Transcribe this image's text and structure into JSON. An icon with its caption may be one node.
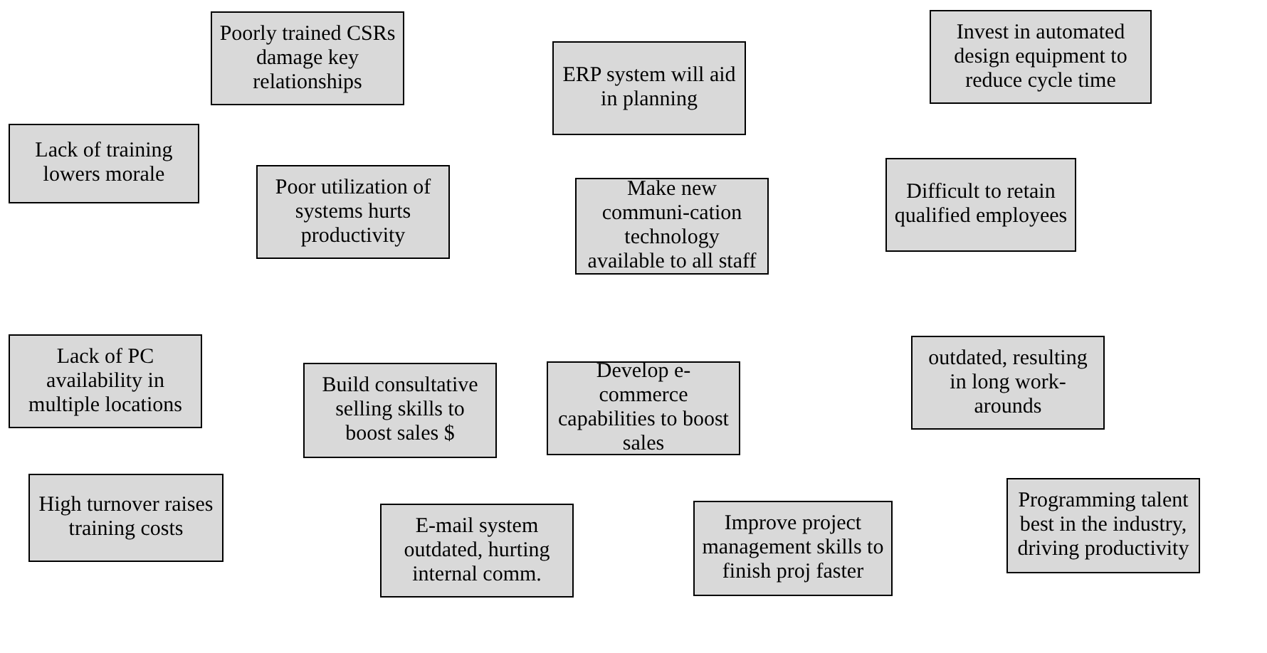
{
  "diagram": {
    "nodes": [
      {
        "text": [
          "Poorly trained CSRs damage key relationships"
        ]
      },
      {
        "text": [
          "ERP system will aid in planning"
        ]
      },
      {
        "text": [
          "Invest in automated design equipment to reduce cycle time"
        ]
      },
      {
        "text": [
          "Lack of training lowers morale"
        ]
      },
      {
        "text": [
          "Poor utilization of systems hurts productivity"
        ]
      },
      {
        "text": [
          "Make new communi-cation technology available to all staff"
        ]
      },
      {
        "text": [
          "Difficult to retain qualified employees"
        ]
      },
      {
        "text": [
          "Lack of PC availability in multiple locations"
        ]
      },
      {
        "text": [
          "Build consultative selling skills to boost sales $"
        ]
      },
      {
        "text": [
          "Develop e-commerce capabilities to boost sales"
        ]
      },
      {
        "text": [
          "outdated, resulting in long work-arounds"
        ]
      },
      {
        "text": [
          "High turnover raises training costs"
        ]
      },
      {
        "text": [
          "E-mail system outdated, hurting internal comm."
        ]
      },
      {
        "text": [
          "Improve project management skills to finish proj faster"
        ]
      },
      {
        "text": [
          "Programming talent best in the industry, driving productivity"
        ]
      }
    ]
  }
}
